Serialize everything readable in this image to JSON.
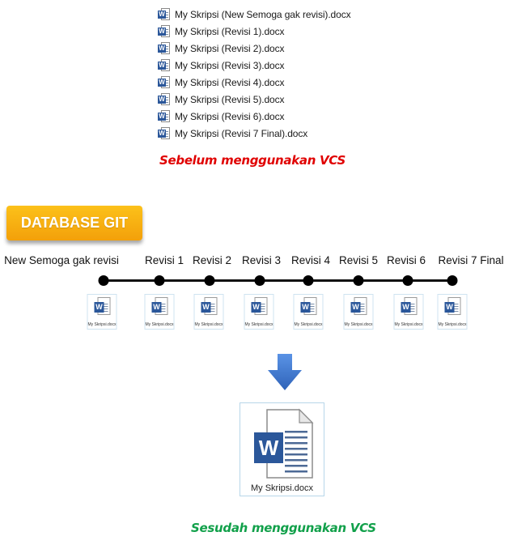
{
  "files": [
    "My Skripsi (New Semoga gak revisi).docx",
    "My Skripsi (Revisi 1).docx",
    "My Skripsi (Revisi 2).docx",
    "My Skripsi (Revisi 3).docx",
    "My Skripsi (Revisi 4).docx",
    "My Skripsi (Revisi 5).docx",
    "My Skripsi (Revisi 6).docx",
    "My Skripsi (Revisi 7 Final).docx"
  ],
  "caption_before": "Sebelum menggunakan VCS",
  "db_button_label": "DATABASE GIT",
  "timeline": {
    "labels": [
      "New Semoga gak revisi",
      "Revisi 1",
      "Revisi 2",
      "Revisi 3",
      "Revisi 4",
      "Revisi 5",
      "Revisi 6",
      "Revisi 7 Final"
    ],
    "thumb_caption": "My Skripsi.docx"
  },
  "final_doc_caption": "My Skripsi.docx",
  "caption_after": "Sesudah menggunakan VCS",
  "icons": {
    "word_file": "word-doc-icon",
    "arrow": "down-arrow-icon"
  },
  "colors": {
    "before_caption": "#e00000",
    "after_caption": "#11a04a",
    "button": "#f6a80e",
    "word_blue": "#2b579a",
    "arrow_blue": "#3d78d6"
  }
}
